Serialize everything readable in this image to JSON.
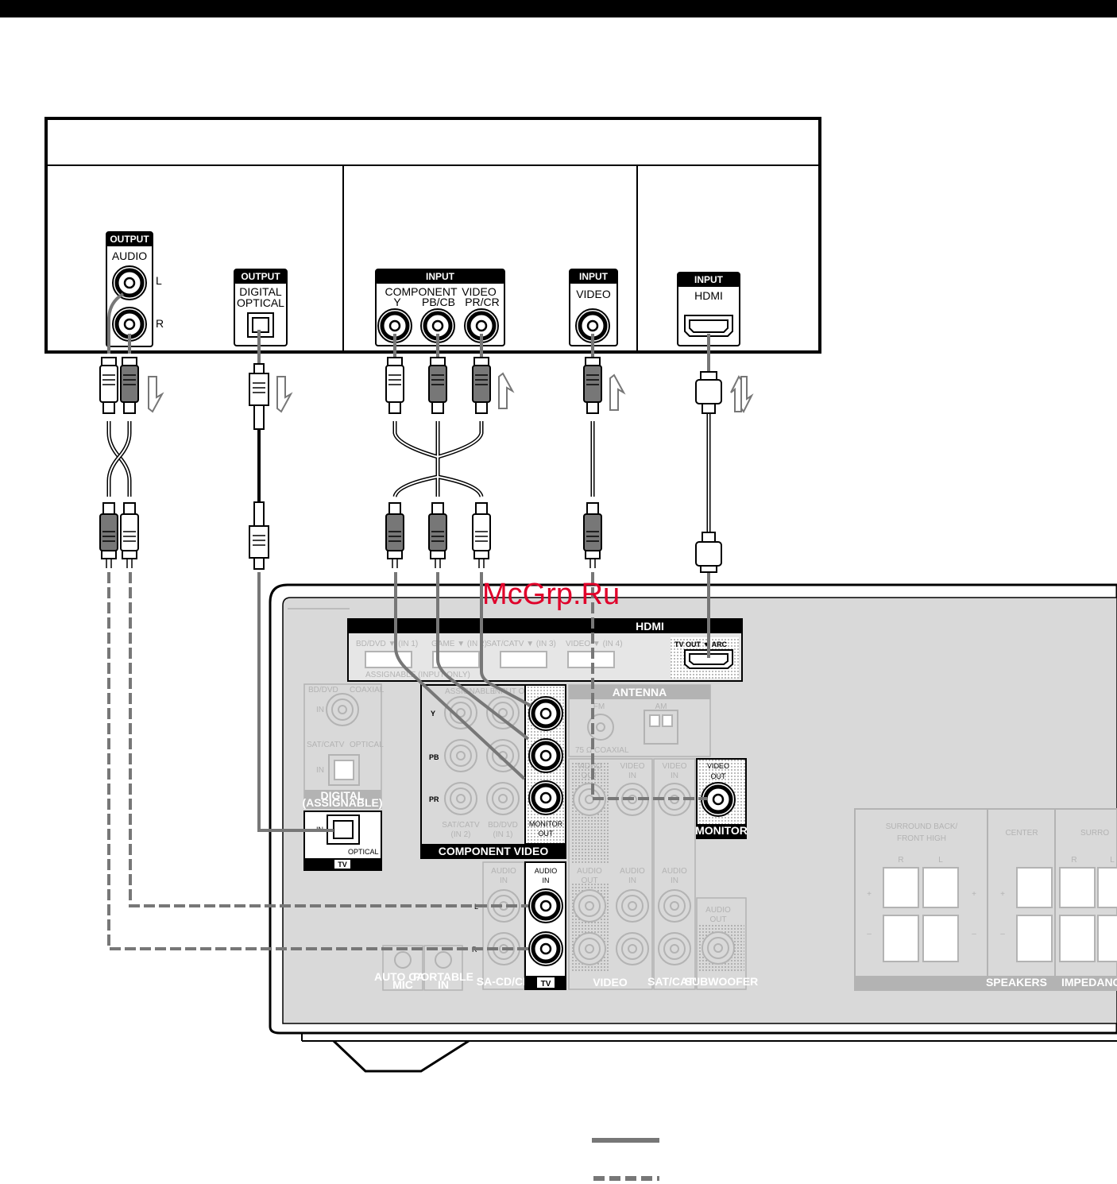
{
  "watermark": "McGrp.Ru",
  "tv": {
    "jacks": {
      "output_tag": "OUTPUT",
      "input_tag": "INPUT",
      "audio": "AUDIO",
      "l": "L",
      "r": "R",
      "digital": "DIGITAL",
      "optical": "OPTICAL",
      "component": "COMPONENT",
      "y": "Y",
      "pb": "PB/CB",
      "pr": "PR/CR",
      "video": "VIDEO",
      "hdmi": "HDMI"
    }
  },
  "receiver": {
    "hdmi_section": "HDMI",
    "hdmi_ports": [
      "BD/DVD ▼ (IN 1)",
      "GAME ▼ (IN 2)",
      "SAT/CATV ▼ (IN 3)",
      "VIDEO ▼ (IN 4)"
    ],
    "assignable_input_only": "ASSIGNABLE (INPUT ONLY)",
    "tv_out_arc": "TV OUT ▼ ARC",
    "antenna": "ANTENNA",
    "fm": "FM",
    "am": "AM",
    "coaxial_75": "75 Ω COAXIAL",
    "bd_dvd": "BD/DVD",
    "coaxial": "COAXIAL",
    "in": "IN",
    "sat_catv": "SAT/CATV",
    "optical": "OPTICAL",
    "digital": "DIGITAL",
    "assignable": "(ASSIGNABLE)",
    "tv_badge": "TV",
    "assignable_short": "ASSIGNABLE",
    "input_only": "INPUT ONLY",
    "comp_y": "Y",
    "comp_pb": "PB",
    "comp_pr": "PR",
    "sat_catv_in2": [
      "SAT/CATV",
      "(IN 2)"
    ],
    "bd_dvd_in1": [
      "BD/DVD",
      "(IN 1)"
    ],
    "monitor_out": [
      "MONITOR",
      "OUT"
    ],
    "component_video": "COMPONENT VIDEO",
    "video_out": [
      "VIDEO",
      "OUT"
    ],
    "video_in": [
      "VIDEO",
      "IN"
    ],
    "monitor": "MONITOR",
    "audio_in": [
      "AUDIO",
      "IN"
    ],
    "audio_out": [
      "AUDIO",
      "OUT"
    ],
    "l": "L",
    "r": "R",
    "sa_cd_cd": "SA-CD/CD",
    "video": "VIDEO",
    "sat_catv_label": "SAT/CATV",
    "subwoofer": "SUBWOOFER",
    "auto_cal_mic": [
      "AUTO CAL",
      "MIC"
    ],
    "portable_in": [
      "PORTABLE",
      "IN"
    ],
    "surround_back": [
      "SURROUND BACK/",
      "FRONT HIGH"
    ],
    "center": "CENTER",
    "surround": "SURRO",
    "speakers": "SPEAKERS",
    "impedance": "IMPEDANCE",
    "plus": "+",
    "minus": "–"
  },
  "colors": {
    "black": "#000000",
    "grey": "#888888",
    "panel": "#d9d9d9",
    "watermark": "#e0002a"
  }
}
